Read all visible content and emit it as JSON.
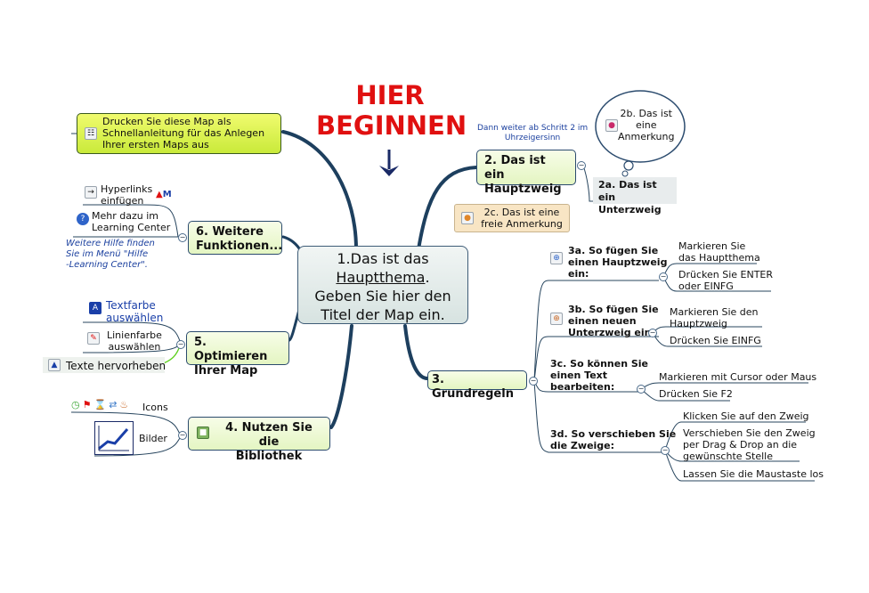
{
  "start": {
    "line1": "HIER",
    "line2": "BEGINNEN"
  },
  "central": {
    "line1": "1.Das ist das",
    "line2a": "Hauptthema",
    "line2b": ".",
    "line3": "Geben Sie hier den",
    "line4": "Titel der Map ein."
  },
  "print_note": {
    "line1": "Drucken Sie diese Map als",
    "line2": "Schnellanleitung für das Anlegen",
    "line3": "Ihrer ersten Maps aus"
  },
  "more": {
    "line1": "6. Weitere",
    "line2": "Funktionen...",
    "hyper1": "Hyperlinks",
    "hyper2": "einfügen",
    "learn1": "Mehr dazu im",
    "learn2": "Learning Center",
    "help1": "Weitere Hilfe finden",
    "help2": "Sie im Menü \"Hilfe",
    "help3": "-Learning Center\"."
  },
  "optimize": {
    "line1": "5. Optimieren",
    "line2": "Ihrer Map",
    "text1": "Textfarbe",
    "text2": "auswählen",
    "linecol1": "Linienfarbe",
    "linecol2": "auswählen",
    "highlight": "Texte hervorheben"
  },
  "library": {
    "line1": "4. Nutzen Sie die",
    "line2": "Bibliothek",
    "icons": "Icons",
    "images": "Bilder"
  },
  "main_branch": {
    "line1": "2. Das ist ein",
    "line2": "Hauptzweig",
    "hint1": "Dann weiter ab Schritt 2 im",
    "hint2": "Uhrzeigersinn",
    "sub1": "2a. Das ist ein",
    "sub2": "Unterzweig",
    "callout1": "2b. Das ist",
    "callout2": "eine",
    "callout3": "Anmerkung",
    "free1": "2c. Das ist eine",
    "free2": "freie Anmerkung"
  },
  "rules": {
    "title": "3. Grundregeln",
    "a1": "3a. So fügen Sie",
    "a2": "einen Hauptzweig",
    "a3": "ein:",
    "a_s1a": "Markieren Sie",
    "a_s1b": "das Hauptthema",
    "a_s2a": "Drücken Sie ENTER",
    "a_s2b": "oder EINFG",
    "b1": "3b. So fügen Sie",
    "b2": "einen neuen",
    "b3": "Unterzweig ein:",
    "b_s1a": "Markieren Sie den",
    "b_s1b": "Hauptzweig",
    "b_s2": "Drücken Sie EINFG",
    "c1": "3c. So können Sie",
    "c2": "einen Text",
    "c3": "bearbeiten:",
    "c_s1": "Markieren mit Cursor oder Maus",
    "c_s2": "Drücken Sie F2",
    "d1": "3d. So verschieben Sie",
    "d2": "die Zweige:",
    "d_s1": "Klicken Sie auf den Zweig",
    "d_s2a": "Verschieben Sie den Zweig",
    "d_s2b": "per Drag & Drop an die",
    "d_s2c": "gewünschte Stelle",
    "d_s3": "Lassen Sie die Maustaste los"
  },
  "colors": {
    "accent_red": "#e01010",
    "branch": "#1d3f5e",
    "highlight_green": "#5ed01e",
    "text_blue": "#1a3fa8"
  }
}
